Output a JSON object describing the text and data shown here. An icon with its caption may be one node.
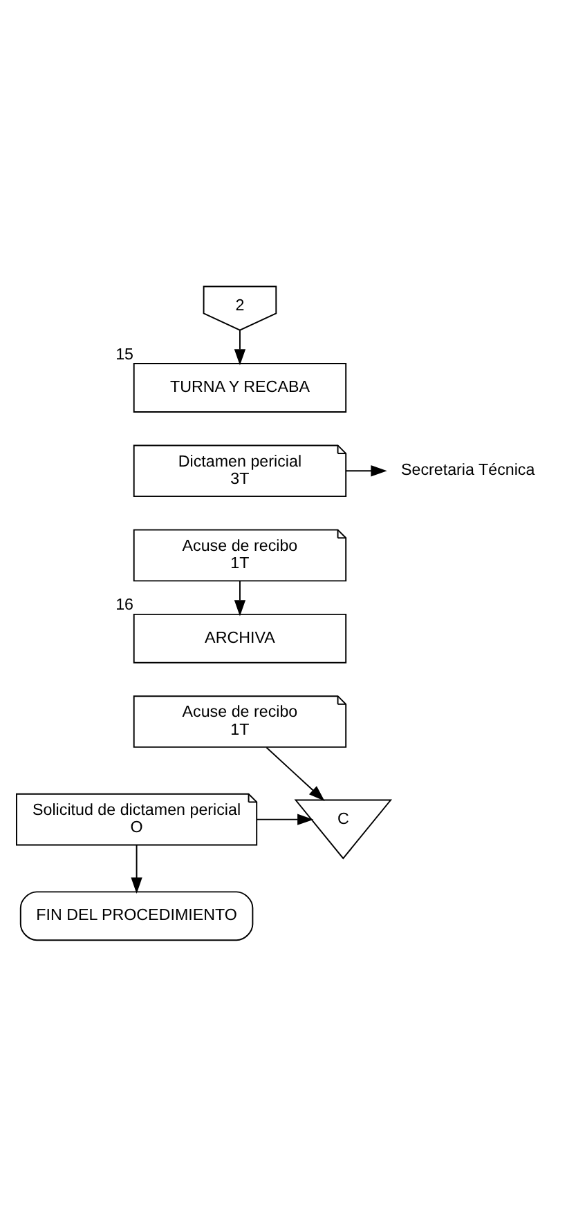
{
  "diagram": {
    "nodes": [
      {
        "text": [
          "2"
        ]
      },
      {
        "text": [
          "TURNA Y RECABA"
        ],
        "beside": [
          "15"
        ]
      },
      {
        "text": [
          "Dictamen pericial",
          "3T"
        ]
      },
      {
        "text": [
          "Acuse de recibo",
          "1T"
        ]
      },
      {
        "text": [
          "Secretaria Técnica"
        ]
      },
      {
        "text": [
          "ARCHIVA"
        ],
        "beside": [
          "16"
        ]
      },
      {
        "text": [
          "Acuse de recibo",
          "1T"
        ]
      },
      {
        "text": [
          "Solicitud de dictamen pericial",
          "O"
        ]
      },
      {
        "text": [
          "C"
        ]
      },
      {
        "text": [
          "FIN DEL PROCEDIMIENTO"
        ]
      }
    ],
    "edges": [
      {
        "from": 0,
        "to": 1,
        "arrow": "to"
      },
      {
        "from": 2,
        "to": 4,
        "arrow": "to"
      },
      {
        "from": 3,
        "to": 5,
        "arrow": "to"
      },
      {
        "from": 6,
        "to": 8,
        "arrow": "to"
      },
      {
        "from": 7,
        "to": 8,
        "arrow": "to"
      },
      {
        "from": 7,
        "to": 9,
        "arrow": "to"
      }
    ]
  }
}
